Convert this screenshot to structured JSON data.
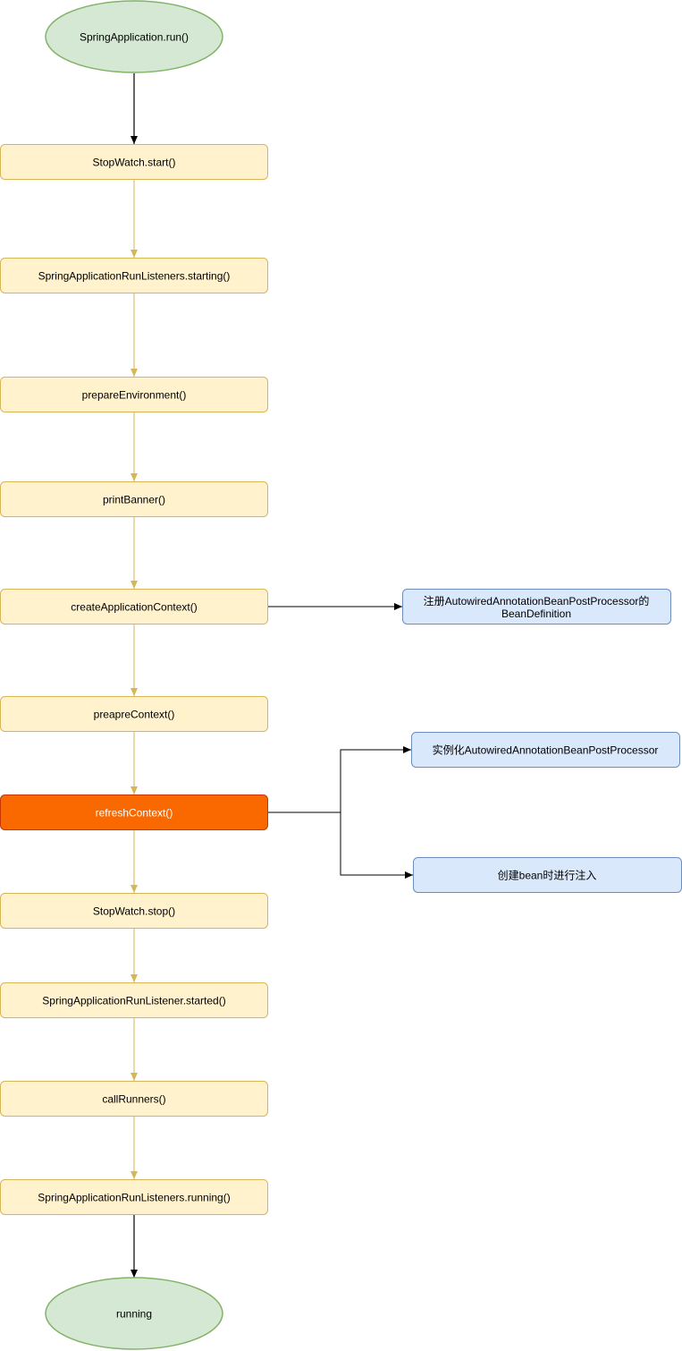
{
  "colors": {
    "terminal_fill": "#d5e8d4",
    "terminal_stroke": "#82b366",
    "process_fill": "#fff2cc",
    "process_stroke": "#d6b656",
    "highlight_fill": "#fa6800",
    "highlight_stroke": "#c73500",
    "highlight_text": "#ffffff",
    "note_fill": "#dae8fc",
    "note_stroke": "#6c8ebf",
    "main_edge": "#d6b656",
    "black_edge": "#000000"
  },
  "start": {
    "label": "SpringApplication.run()"
  },
  "steps": [
    {
      "label": "StopWatch.start()"
    },
    {
      "label": "SpringApplicationRunListeners.starting()"
    },
    {
      "label": "prepareEnvironment()"
    },
    {
      "label": "printBanner()"
    },
    {
      "label": "createApplicationContext()"
    },
    {
      "label": "preapreContext()"
    },
    {
      "label": "refreshContext()"
    },
    {
      "label": "StopWatch.stop()"
    },
    {
      "label": "SpringApplicationRunListener.started()"
    },
    {
      "label": "callRunners()"
    },
    {
      "label": "SpringApplicationRunListeners.running()"
    }
  ],
  "end": {
    "label": "running"
  },
  "notes": [
    {
      "lines": [
        "注册AutowiredAnnotationBeanPostProcessor的",
        "BeanDefinition"
      ]
    },
    {
      "lines": [
        "实例化AutowiredAnnotationBeanPostProcessor"
      ]
    },
    {
      "lines": [
        "创建bean时进行注入"
      ]
    }
  ]
}
